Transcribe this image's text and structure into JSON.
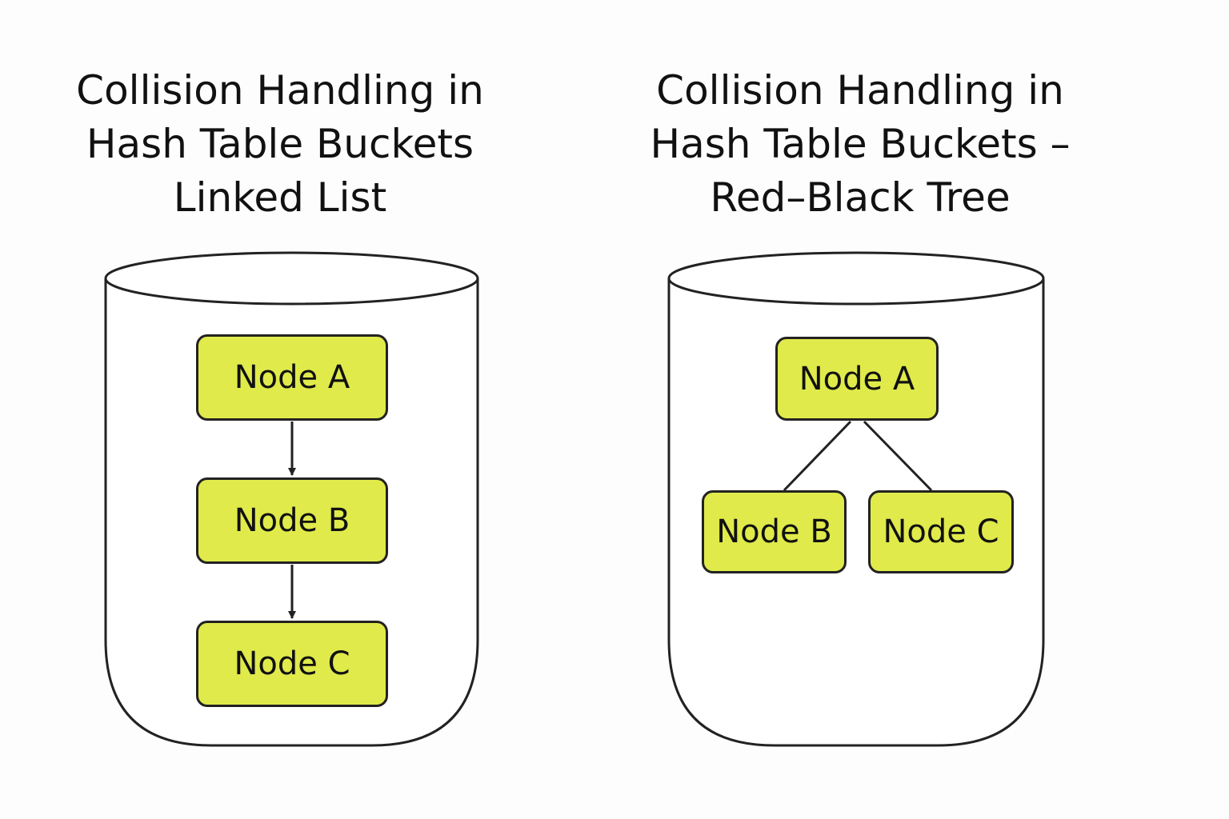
{
  "colors": {
    "node_fill": "#e0ea4a",
    "outline": "#222222",
    "background": "#fdfdfd"
  },
  "left_panel": {
    "title_lines": [
      "Collision Handling in",
      "Hash Table Buckets",
      "Linked List"
    ],
    "nodes": [
      "Node A",
      "Node B",
      "Node C"
    ]
  },
  "right_panel": {
    "title_lines": [
      "Collision Handling in",
      "Hash Table Buckets –",
      "Red–Black Tree"
    ],
    "root": "Node A",
    "children": [
      "Node B",
      "Node C"
    ]
  }
}
